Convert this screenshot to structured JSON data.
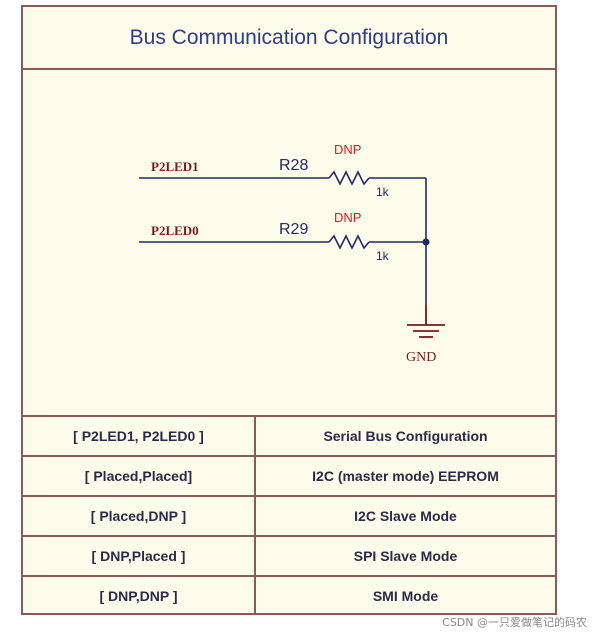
{
  "title": "Bus Communication Configuration",
  "schematic": {
    "nets": [
      "P2LED1",
      "P2LED0"
    ],
    "resistors": [
      {
        "ref": "R28",
        "status": "DNP",
        "value": "1k"
      },
      {
        "ref": "R29",
        "status": "DNP",
        "value": "1k"
      }
    ],
    "ground_label": "GND",
    "colors": {
      "wire": "#1f2a6b",
      "net_label": "#7a1a1a",
      "dnp": "#d42020",
      "ground": "#7a1a1a"
    }
  },
  "table": {
    "header": {
      "left": "[ P2LED1, P2LED0 ]",
      "right": "Serial Bus Configuration"
    },
    "rows": [
      {
        "left": "[ Placed,Placed]",
        "right": "I2C (master mode) EEPROM"
      },
      {
        "left": "[ Placed,DNP ]",
        "right": "I2C Slave Mode"
      },
      {
        "left": "[ DNP,Placed ]",
        "right": "SPI Slave Mode"
      },
      {
        "left": "[ DNP,DNP ]",
        "right": "SMI Mode"
      }
    ]
  },
  "watermark": "CSDN @一只爱做笔记的码农"
}
